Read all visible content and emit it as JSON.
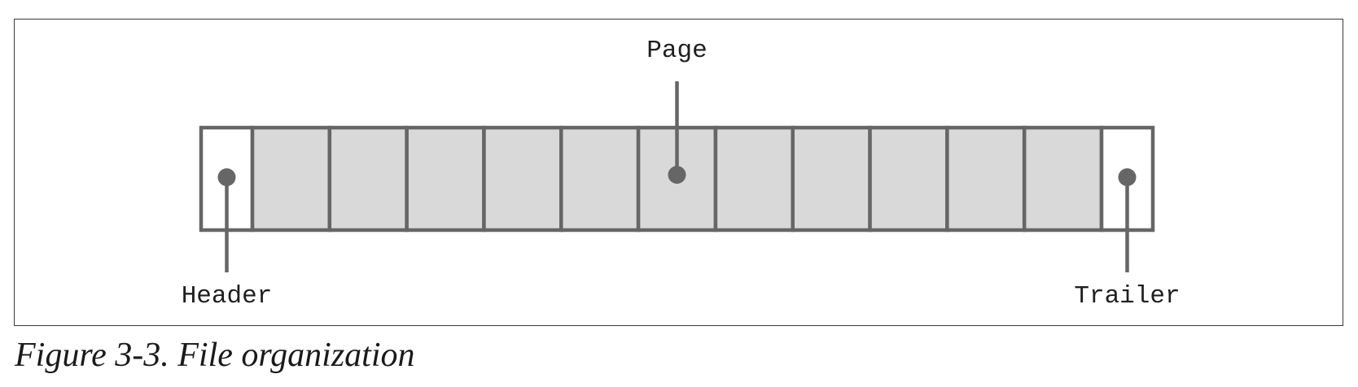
{
  "diagram": {
    "labels": {
      "page": "Page",
      "header": "Header",
      "trailer": "Trailer"
    },
    "page_count": 11,
    "colors": {
      "stroke": "#666666",
      "page_fill": "#d9d9d9",
      "end_fill": "#ffffff",
      "label": "#1f1f1f"
    }
  },
  "caption": "Figure 3-3. File organization"
}
